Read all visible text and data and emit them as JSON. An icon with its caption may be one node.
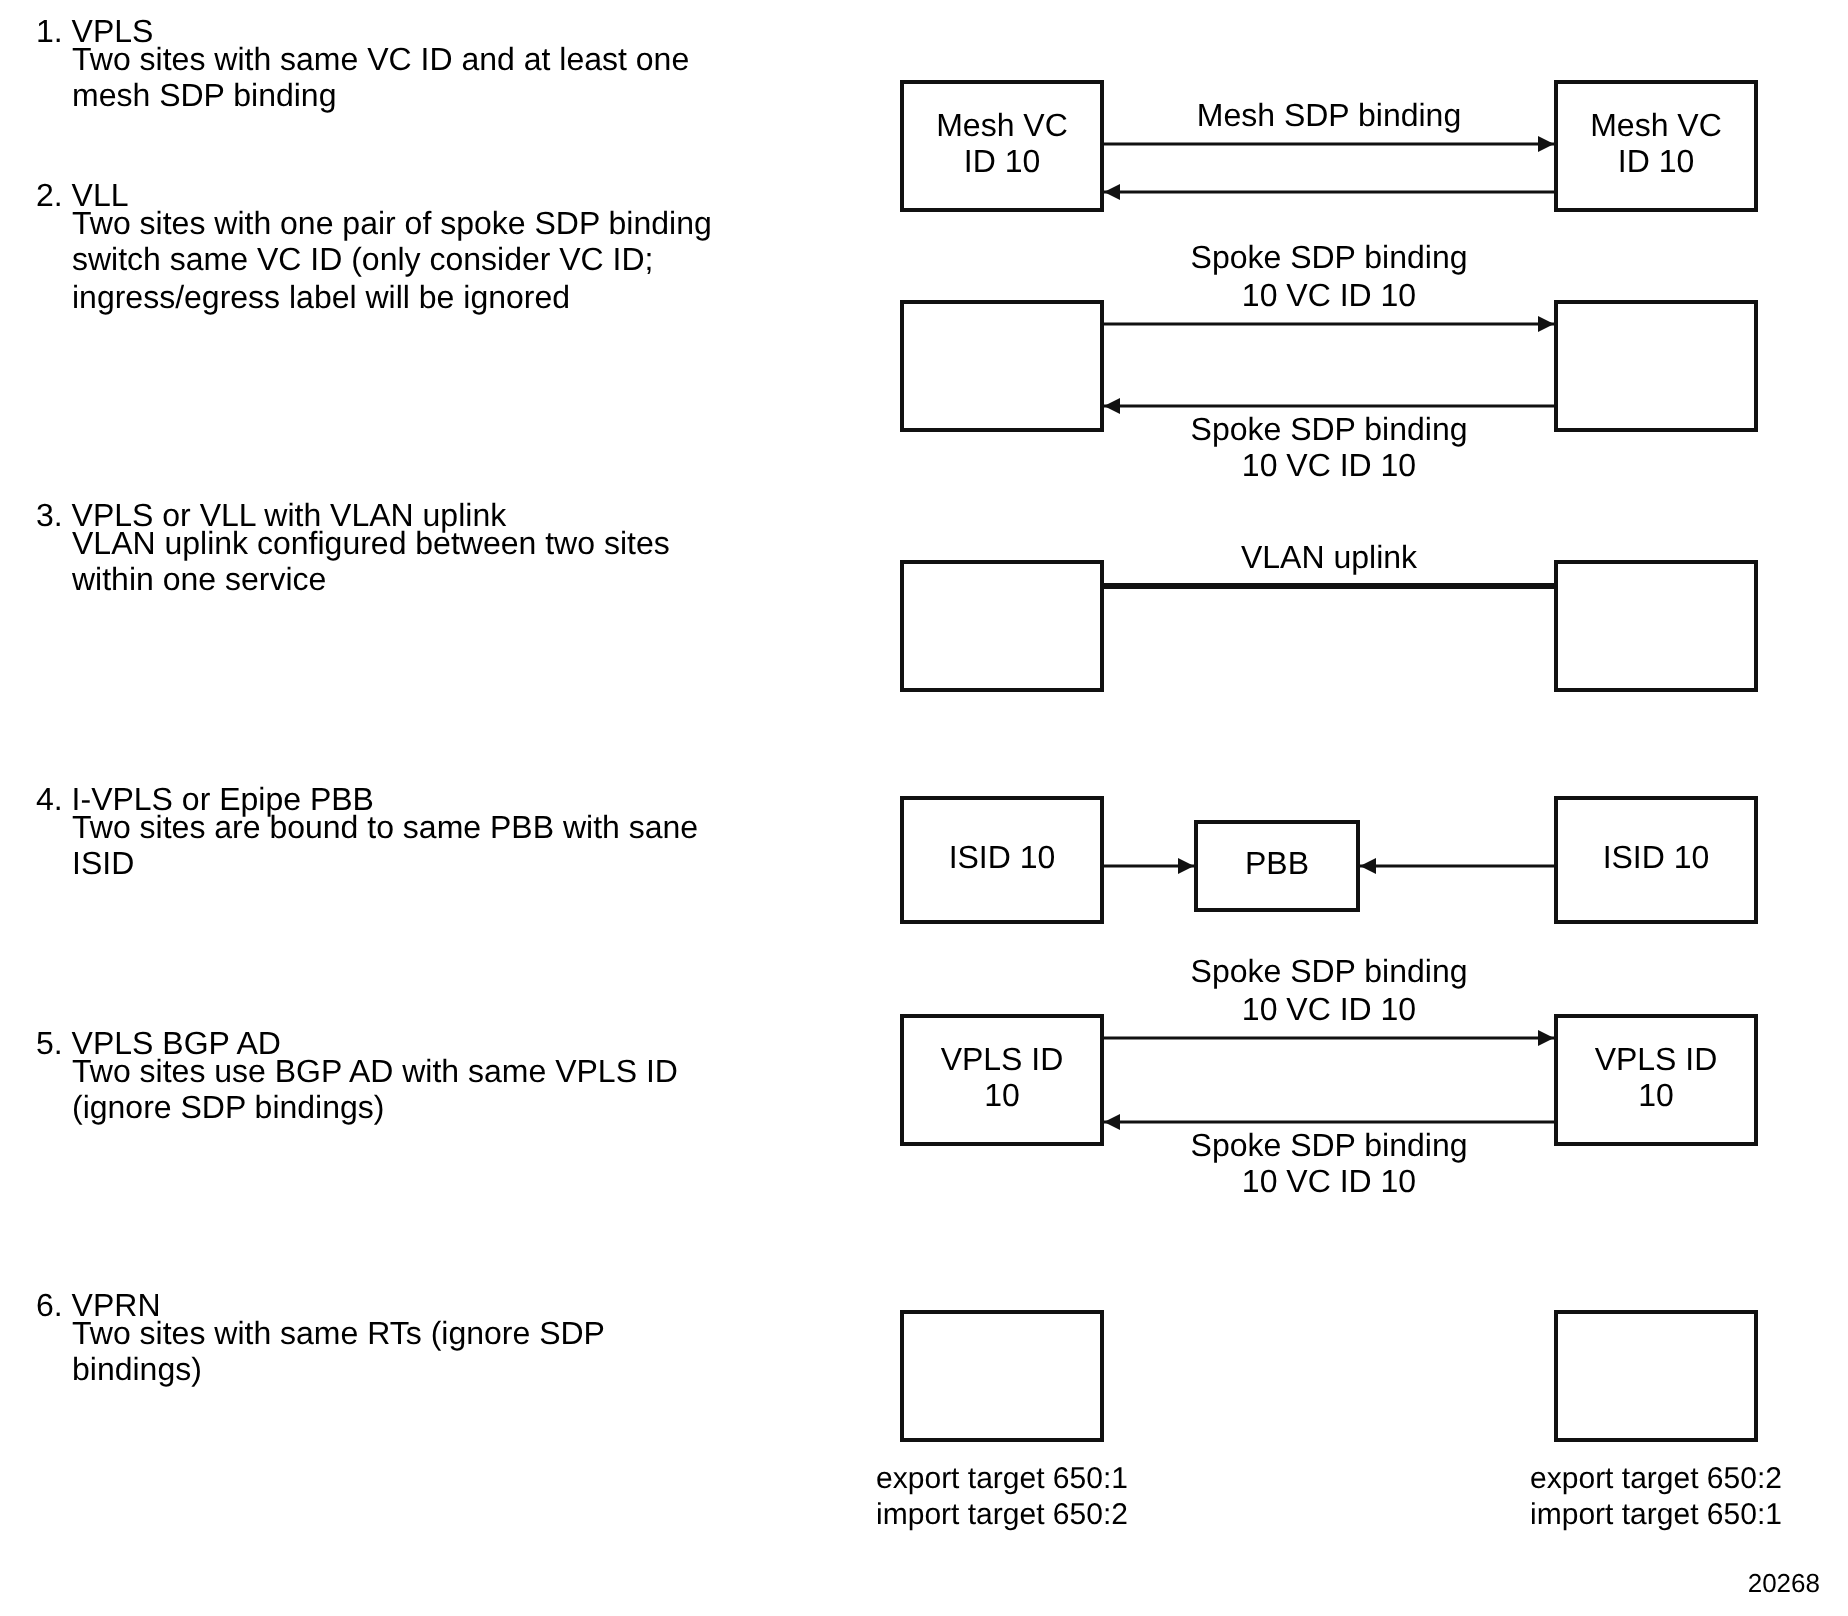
{
  "diagram": {
    "nodes": [
      {
        "text": [
          "Mesh VC ID 10"
        ]
      },
      {
        "text": [
          "Mesh VC ID 10"
        ]
      },
      {
        "text": [],
        "shape": "box"
      },
      {
        "text": [],
        "shape": "box"
      },
      {
        "text": [],
        "shape": "box"
      },
      {
        "text": [],
        "shape": "box"
      },
      {
        "text": [
          "ISID 10"
        ]
      },
      {
        "text": [
          "PBB"
        ]
      },
      {
        "text": [
          "ISID 10"
        ]
      },
      {
        "text": [
          "VPLS ID 10"
        ]
      },
      {
        "text": [
          "VPLS ID 10"
        ]
      },
      {
        "text": [],
        "shape": "box",
        "beside": [
          "export target 650:1",
          "import target 650:2"
        ]
      },
      {
        "text": [],
        "shape": "box",
        "beside": [
          "export target 650:2",
          "import target 650:1"
        ]
      }
    ],
    "edges": [
      {
        "from": 0,
        "to": 1,
        "arrow": "to",
        "label": "Mesh SDP binding"
      },
      {
        "from": 1,
        "to": 0,
        "arrow": "to"
      },
      {
        "from": 2,
        "to": 3,
        "arrow": "to",
        "label": "Spoke SDP binding 10 VC ID 10"
      },
      {
        "from": 3,
        "to": 2,
        "arrow": "to",
        "label": "Spoke SDP binding 10 VC ID 10"
      },
      {
        "from": 4,
        "to": 5,
        "arrow": "none",
        "style": "thick",
        "label": "VLAN uplink"
      },
      {
        "from": 6,
        "to": 7,
        "arrow": "to"
      },
      {
        "from": 8,
        "to": 7,
        "arrow": "to"
      },
      {
        "from": 9,
        "to": 10,
        "arrow": "to",
        "label": "Spoke SDP binding 10 VC ID 10"
      },
      {
        "from": 10,
        "to": 9,
        "arrow": "to",
        "label": "Spoke SDP binding 10 VC ID 10"
      }
    ],
    "labels": [
      "1. VPLS",
      "Two sites with same VC ID and at least one mesh SDP binding",
      "2. VLL",
      "Two sites with one pair of spoke SDP binding switch same VC ID (only consider VC ID; ingress/egress label will be ignored",
      "3. VPLS or VLL with VLAN uplink",
      "VLAN uplink configured between two sites within one service",
      "4. I-VPLS or Epipe PBB",
      "Two sites are bound to same PBB with sane ISID",
      "5. VPLS BGP AD",
      "Two sites use BGP AD with same VPLS ID (ignore SDP bindings)",
      "6. VPRN",
      "Two sites with same RTs (ignore SDP bindings)",
      "20268"
    ]
  }
}
